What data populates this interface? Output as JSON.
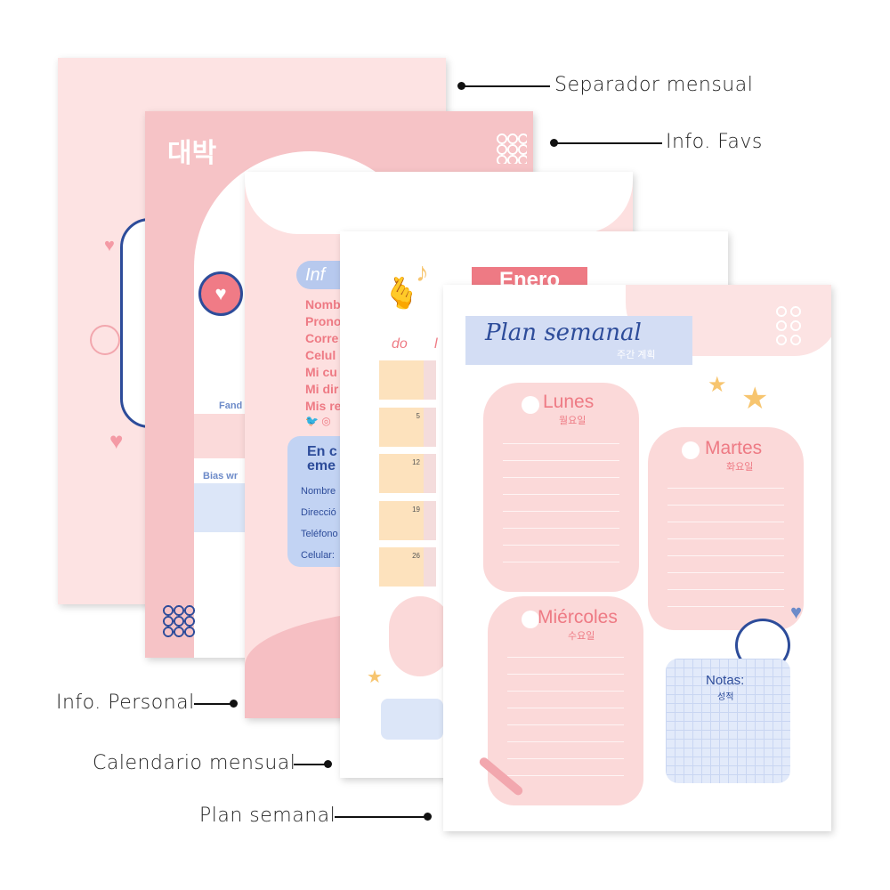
{
  "labels": {
    "separador": "Separador mensual",
    "favs": "Info. Favs",
    "personal": "Info. Personal",
    "calendario": "Calendario mensual",
    "plan": "Plan semanal"
  },
  "favs": {
    "title": "대박",
    "fandom": "Fand",
    "bias": "Bias wr"
  },
  "personal": {
    "title": "Inf",
    "fields": [
      "Nomb",
      "Prono",
      "Corre",
      "Celul",
      "Mi cu",
      "Mi dir",
      "Mis re"
    ],
    "emergency_title_1": "En c",
    "emergency_title_2": "eme",
    "emergency_fields": [
      "Nombre",
      "Direcció",
      "Teléfono",
      "Celular:"
    ]
  },
  "calendar": {
    "month": "Enero",
    "day_headers": [
      "do",
      "l"
    ],
    "dates": [
      "",
      "5",
      "12",
      "19",
      "26"
    ]
  },
  "plan": {
    "title": "Plan semanal",
    "subtitle": "주간 계획",
    "days": [
      {
        "name": "Lunes",
        "kor": "월요일"
      },
      {
        "name": "Martes",
        "kor": "화요일"
      },
      {
        "name": "Miércoles",
        "kor": "수요일"
      }
    ],
    "notes": "Notas:",
    "notes_kor": "성적"
  },
  "colors": {
    "pink": "#f6c3c6",
    "light_pink": "#fde3e3",
    "blue": "#c9d6f2",
    "navy": "#2d4c9a",
    "peach": "#fde2bd"
  }
}
